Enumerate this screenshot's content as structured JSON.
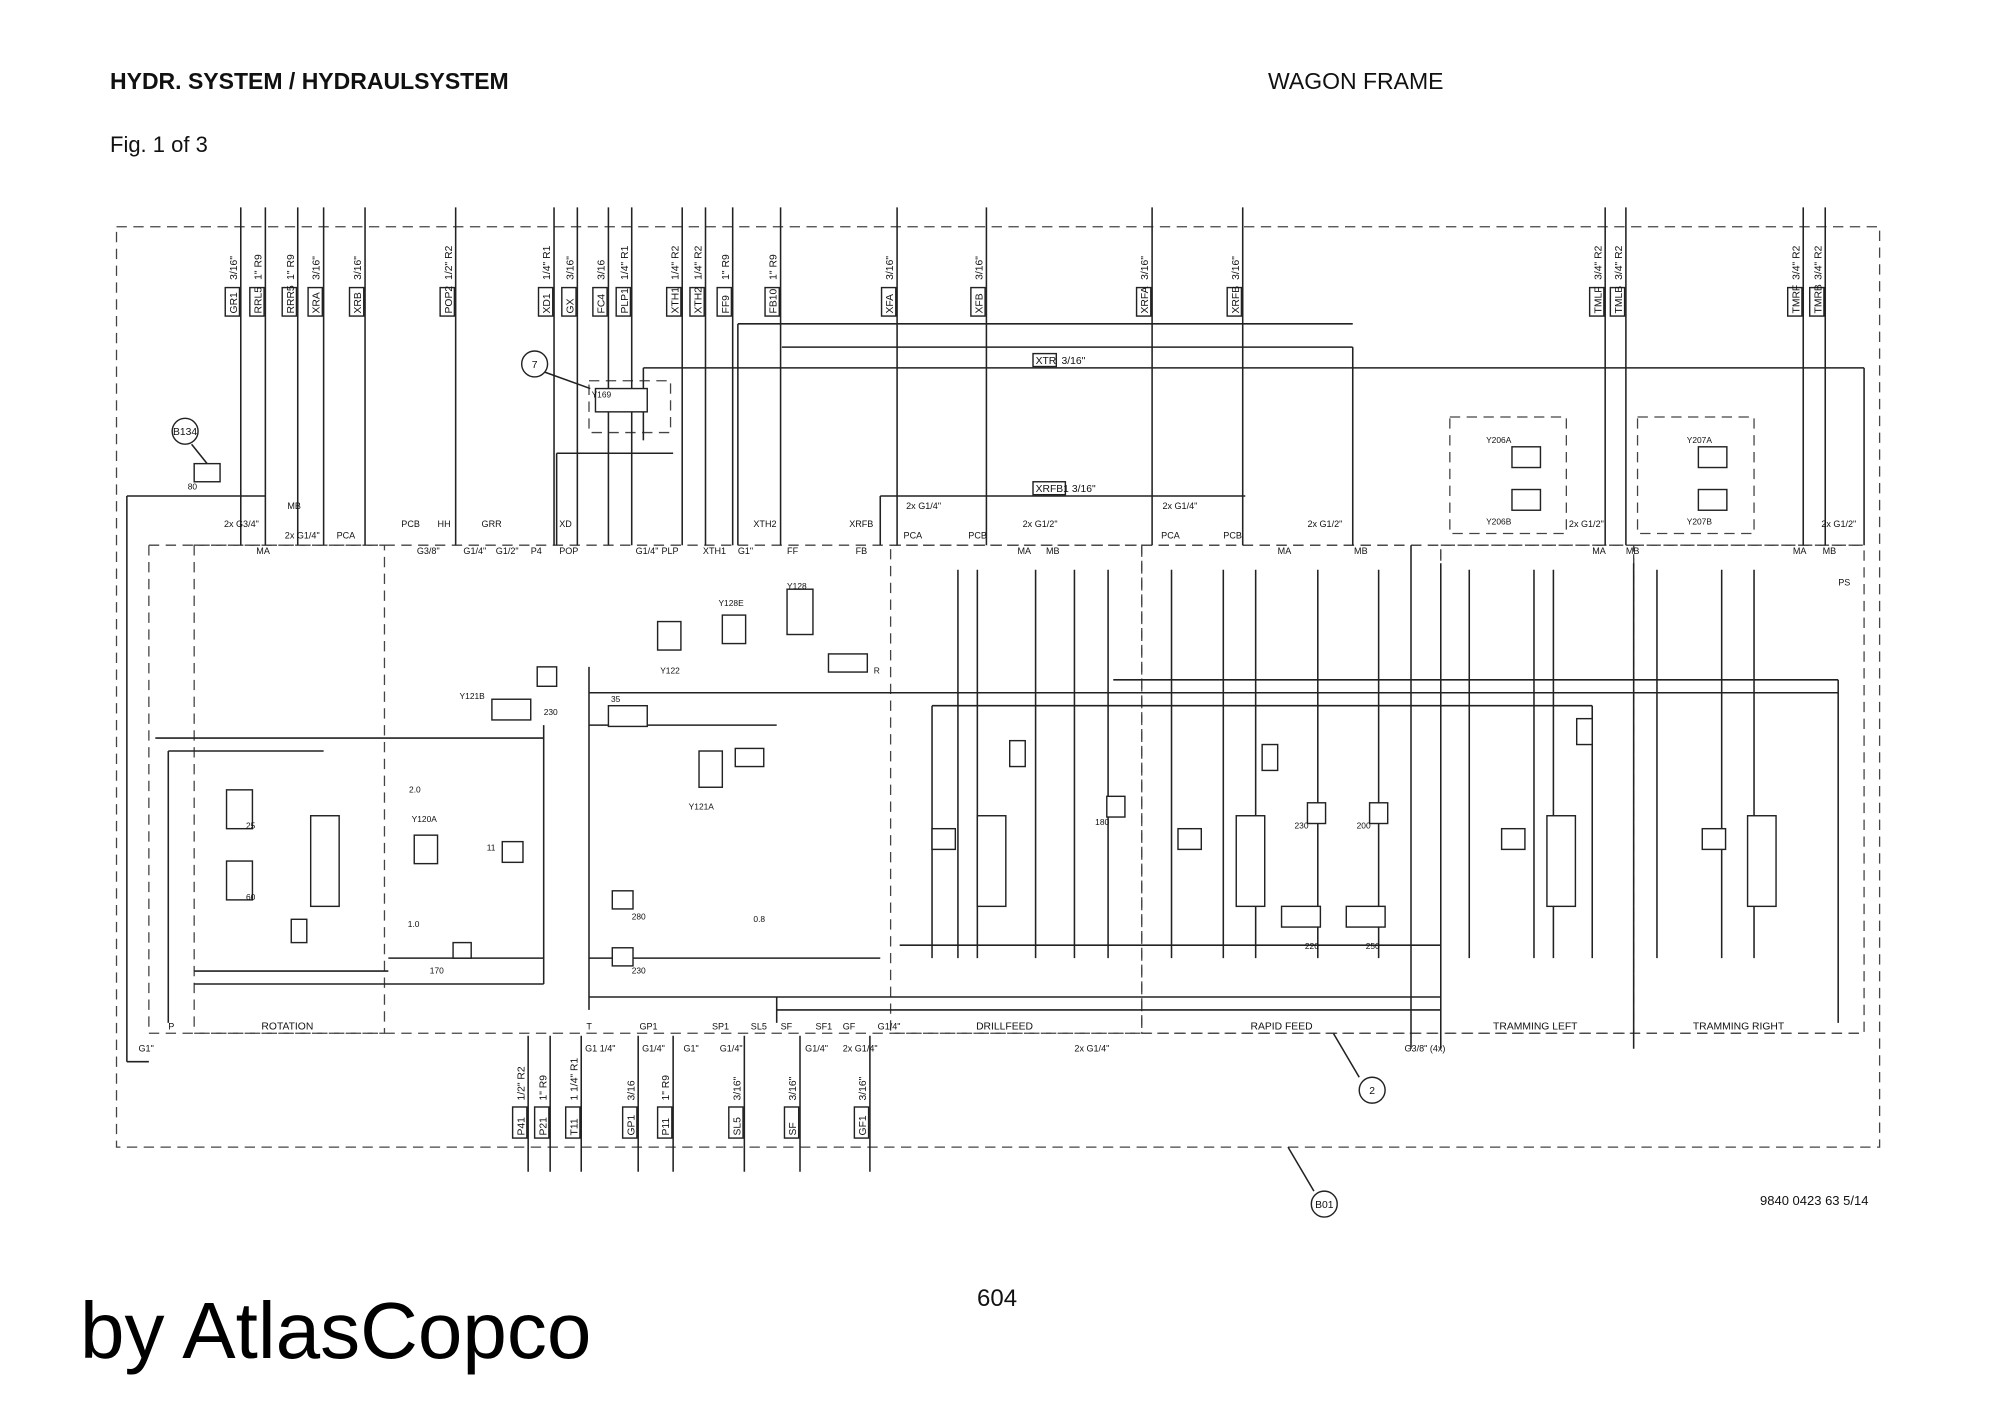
{
  "header": {
    "title": "HYDR. SYSTEM / HYDRAULSYSTEM",
    "section": "WAGON FRAME",
    "figure": "Fig. 1 of 3"
  },
  "footer": {
    "doc_number": "9840 0423 63 5/14",
    "page": "604",
    "watermark": "by AtlasCopco"
  },
  "top_ports": [
    {
      "name": "GR1",
      "size": "3/16\""
    },
    {
      "name": "RRL5",
      "size": "1\" R9"
    },
    {
      "name": "RRR5",
      "size": "1\" R9"
    },
    {
      "name": "XRA",
      "size": "3/16\""
    },
    {
      "name": "XRB",
      "size": "3/16\""
    },
    {
      "name": "POP2",
      "size": "1/2\" R2"
    },
    {
      "name": "XD1",
      "size": "1/4\" R1"
    },
    {
      "name": "GX",
      "size": "3/16\""
    },
    {
      "name": "FC4",
      "size": "3/16"
    },
    {
      "name": "PLP1",
      "size": "1/4\" R1"
    },
    {
      "name": "XTH1",
      "size": "1/4\" R2"
    },
    {
      "name": "XTH2",
      "size": "1/4\" R2"
    },
    {
      "name": "FF9",
      "size": "1\" R9"
    },
    {
      "name": "FB10",
      "size": "1\" R9"
    },
    {
      "name": "XFA",
      "size": "3/16\""
    },
    {
      "name": "XFB",
      "size": "3/16\""
    },
    {
      "name": "XRFA",
      "size": "3/16\""
    },
    {
      "name": "XRFB",
      "size": "3/16\""
    },
    {
      "name": "TMLF",
      "size": "3/4\" R2"
    },
    {
      "name": "TMLB",
      "size": "3/4\" R2"
    },
    {
      "name": "TMRF",
      "size": "3/4\" R2"
    },
    {
      "name": "TMRB",
      "size": "3/4\" R2"
    }
  ],
  "bottom_ports": [
    {
      "name": "P41",
      "size": "1/2\" R2"
    },
    {
      "name": "P21",
      "size": "1\" R9"
    },
    {
      "name": "T11",
      "size": "1 1/4\" R1"
    },
    {
      "name": "GP1",
      "size": "3/16"
    },
    {
      "name": "P11",
      "size": "1\" R9"
    },
    {
      "name": "SL5",
      "size": "3/16\""
    },
    {
      "name": "SF",
      "size": "3/16\""
    },
    {
      "name": "GF1",
      "size": "3/16\""
    }
  ],
  "lines": [
    {
      "name": "XTR",
      "size": "3/16\""
    },
    {
      "name": "XRFB1",
      "size": "3/16\""
    }
  ],
  "sections": [
    "ROTATION",
    "DRILLFEED",
    "RAPID FEED",
    "TRAMMING LEFT",
    "TRAMMING RIGHT"
  ],
  "callouts": [
    "7",
    "B134",
    "2",
    "B01"
  ],
  "connection_labels": [
    "2x G3/4\"",
    "MA",
    "MB",
    "2x G1/4\"",
    "PCA",
    "PCB",
    "G3/8\"",
    "HH",
    "G1/4\"",
    "GRR",
    "G1/2\"",
    "P4",
    "POP",
    "XD",
    "G1/4\"",
    "PLP",
    "XTH1",
    "XTH2",
    "G1\"",
    "FF",
    "FB",
    "XRFB",
    "2x G1/4\"",
    "PCA",
    "PCB",
    "MA",
    "2x G1/2\"",
    "MB",
    "2x G1/4\"",
    "PCA",
    "PCB",
    "MA",
    "2x G1/2\"",
    "MB",
    "2x G1/2\"",
    "MA",
    "MB",
    "2x G1/2\"",
    "MA",
    "MB",
    "PS",
    "P",
    "G1\"",
    "T",
    "G1 1/4\"",
    "GP1",
    "G1/4\"",
    "G1\"",
    "SP1",
    "SL5",
    "G1/4\"",
    "SF",
    "SF1",
    "GF",
    "G1/4\"",
    "G1/4\"",
    "2x G1/4\"",
    "2x G1/4\"",
    "G3/8\" (4x)"
  ],
  "components": [
    "Y169",
    "Y122",
    "Y128E",
    "Y128",
    "Y121B",
    "Y121A",
    "Y120A",
    "Y206A",
    "Y206B",
    "Y207A",
    "Y207B",
    "80",
    "230",
    "35",
    "25",
    "60",
    "11",
    "280",
    "230",
    "170",
    "180",
    "230",
    "200",
    "220",
    "250",
    "2.0",
    "1.0",
    "0.8",
    "R"
  ]
}
